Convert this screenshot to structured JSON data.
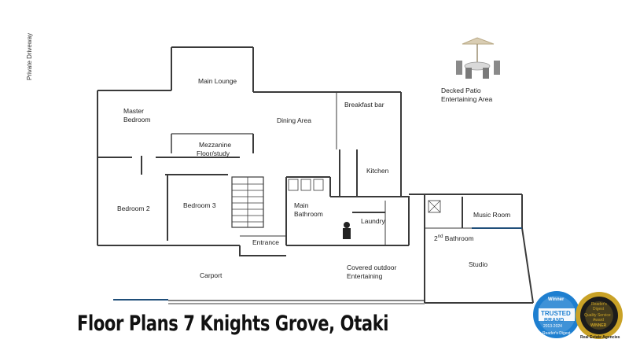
{
  "title": "Floor Plans 7 Knights Grove, Otaki",
  "side_label": "Private Driveway",
  "rooms": {
    "main_lounge": "Main Lounge",
    "master_bedroom_line1": "Master",
    "master_bedroom_line2": "Bedroom",
    "dining_area": "Dining Area",
    "breakfast_bar": "Breakfast bar",
    "mezzanine_line1": "Mezzanine",
    "mezzanine_line2": "Floor/study",
    "kitchen": "Kitchen",
    "bedroom2": "Bedroom 2",
    "bedroom3": "Bedroom 3",
    "main_bathroom_line1": "Main",
    "main_bathroom_line2": "Bathroom",
    "laundry": "Laundry",
    "entrance": "Entrance",
    "carport": "Carport",
    "covered_outdoor_line1": "Covered outdoor",
    "covered_outdoor_line2": "Entertaining",
    "music_room": "Music Room",
    "second_bathroom_num": "2",
    "second_bathroom_sup": "nd",
    "second_bathroom_text": " Bathroom",
    "studio": "Studio",
    "decked_patio_line1": "Decked Patio",
    "decked_patio_line2": "Entertaining Area"
  },
  "badges": {
    "left": {
      "line1": "Winner",
      "line2": "TRUSTED",
      "line3": "BRAND",
      "years": "2013-2024",
      "footer": "Reader's Digest"
    },
    "right": {
      "line1": "Reader's",
      "line2": "Digest",
      "line3": "Quality Service",
      "line4": "Award",
      "line5": "WINNER",
      "footer": "Real Estate Agencies"
    }
  },
  "colors": {
    "wall": "#3a3a3a",
    "accent_blue": "#1f4e79",
    "badge_blue": "#1e7fd0",
    "badge_gold": "#c9a227"
  }
}
